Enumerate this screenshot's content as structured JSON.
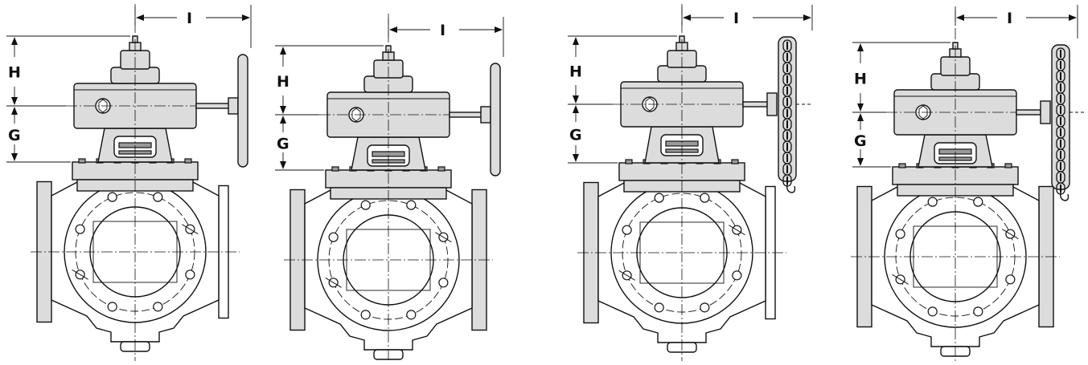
{
  "labels": {
    "h": "H",
    "g": "G",
    "i": "I"
  },
  "drawings": [
    {
      "name": "gear-operator-handwheel-2way",
      "operator": "handwheel"
    },
    {
      "name": "gear-operator-handwheel-3way",
      "operator": "handwheel"
    },
    {
      "name": "gear-operator-chainwheel-2way",
      "operator": "chainwheel"
    },
    {
      "name": "gear-operator-chainwheel-3way",
      "operator": "chainwheel"
    }
  ]
}
